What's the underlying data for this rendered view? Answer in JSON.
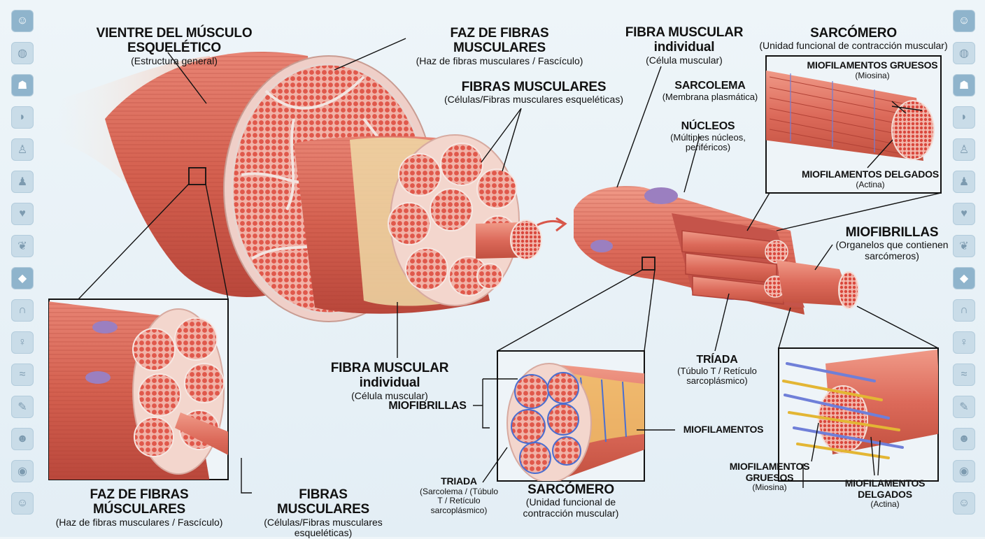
{
  "labels": {
    "belly": {
      "title": "VIENTRE DEL MÚSCULO ESQUELÉTICO",
      "sub": "(Estructura general)"
    },
    "fascicle_top": {
      "title": "FAZ DE FIBRAS MUSCULARES",
      "sub": "(Haz de fibras musculares / Fascículo)"
    },
    "fibers_top": {
      "title": "FIBRAS MUSCULARES",
      "sub": "(Células/Fibras musculares esqueléticas)"
    },
    "fiber_individual_top": {
      "title": "FIBRA MUSCULAR individual",
      "sub": "(Célula muscular)"
    },
    "sarcolemma": {
      "title": "SARCOLEMA",
      "sub": "(Membrana plasmática)"
    },
    "nuclei": {
      "title": "NÚCLEOS",
      "sub": "(Múltiples núcleos, periféricos)"
    },
    "sarcomere_top": {
      "title": "SARCÓMERO",
      "sub": "(Unidad funcional de contracción muscular)"
    },
    "thick_top": {
      "title": "MIOFILAMENTOS GRUESOS",
      "sub": "(Miosina)"
    },
    "thin_top": {
      "title": "MIOFILAMENTOS DELGADOS",
      "sub": "(Actina)"
    },
    "myofibrils_right": {
      "title": "MIOFIBRILLAS",
      "sub": "(Organelos que contienen sarcómeros)"
    },
    "triad_right": {
      "title": "TRÍADA",
      "sub": "(Túbulo T / Retículo sarcoplásmico)"
    },
    "fiber_individual_mid": {
      "title": "FIBRA MUSCULAR individual",
      "sub": "(Célula muscular)"
    },
    "myofibrils_mid": {
      "title": "MIOFIBRILLAS"
    },
    "myofilaments": {
      "title": "MIOFILAMENTOS"
    },
    "triad_bottom": {
      "title": "TRIADA",
      "sub": "(Sarcolema / (Túbulo T / Retículo sarcoplásmico)"
    },
    "sarcomere_bottom": {
      "title": "SARCÓMERO",
      "sub": "(Unidad funcional de contracción muscular)"
    },
    "fascicle_bottom": {
      "title": "FAZ DE FIBRAS MÚSCULARES",
      "sub": "(Haz de fibras musculares / Fascículo)"
    },
    "fibers_bottom": {
      "title": "FIBRAS MUSCULARES",
      "sub": "(Células/Fibras musculares esqueléticas)"
    },
    "thick_bottom": {
      "title": "MIOFILAMENTOS GRUESOS",
      "sub": "(Miosina)"
    },
    "thin_bottom": {
      "title": "MIOFILAMENTOS DELGADOS",
      "sub": "(Actina)"
    }
  },
  "colors": {
    "muscle": "#d9675a",
    "muscle_dark": "#b8443a",
    "muscle_light": "#ef9a8c",
    "fiber_dot": "#e0564a",
    "fascia": "#f2ddd6",
    "tendon": "#f3e0c8",
    "nucleus": "#9b7fc0",
    "myosin": "#e3b634",
    "actin": "#6f7fd8",
    "line": "#111111"
  },
  "rail_icons": [
    "body-icon",
    "brain-icon",
    "skeleton-icon",
    "stomach-icon",
    "person-icon",
    "figure-icon",
    "heart-icon",
    "lung-icon",
    "muscle-icon",
    "intestine-icon",
    "uterus-icon",
    "pancreas-icon",
    "syringe-icon",
    "head-icon",
    "eye-icon",
    "body-icon"
  ]
}
